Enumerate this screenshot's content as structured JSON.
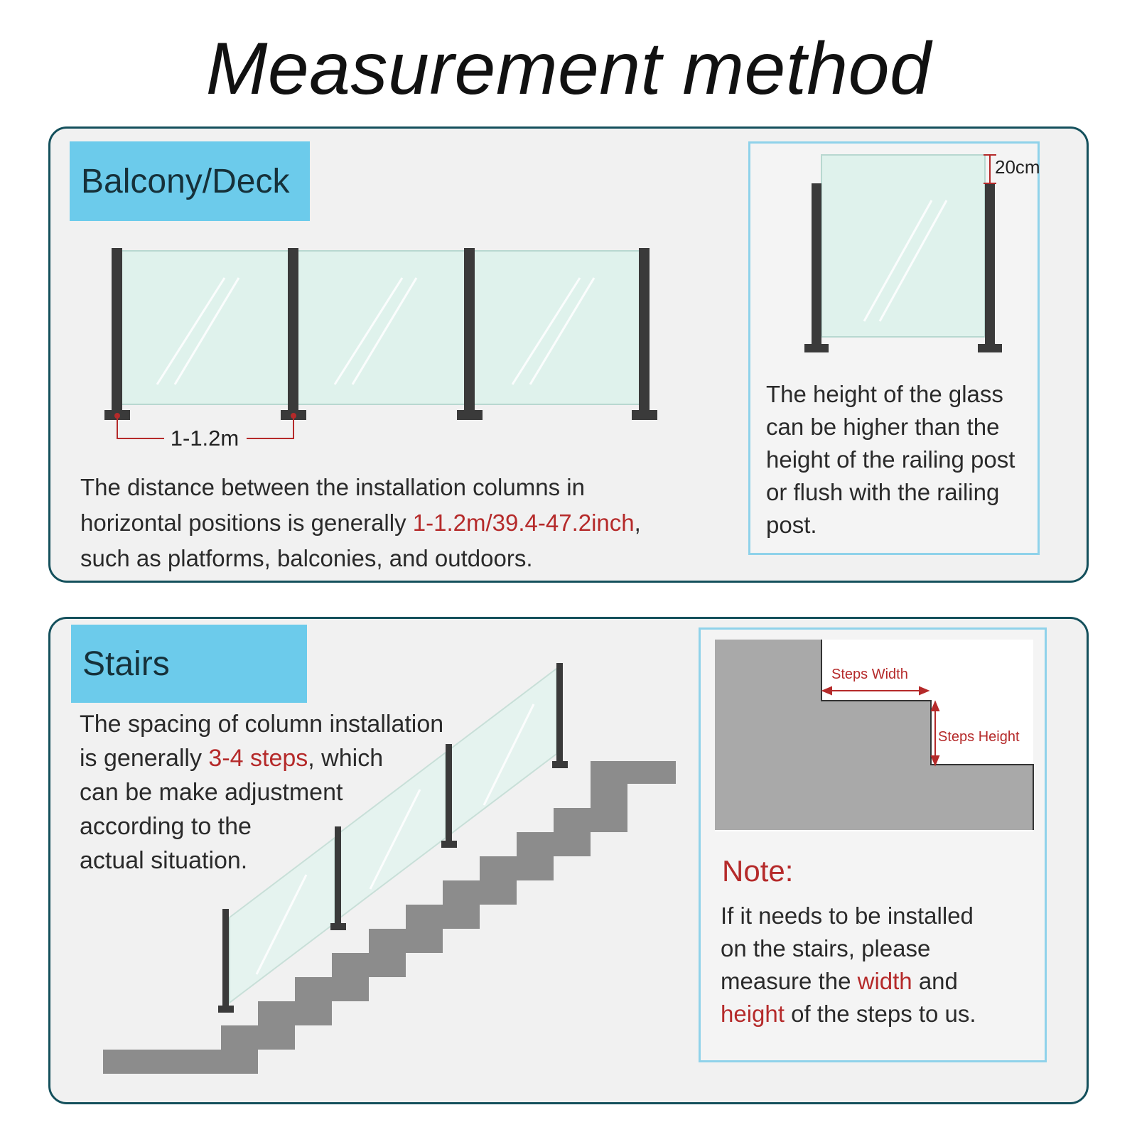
{
  "title": "Measurement method",
  "balcony": {
    "tag": "Balcony/Deck",
    "dimension_label": "1-1.2m",
    "description": {
      "line1": "The distance between the installation columns in",
      "line2_pre": "horizontal positions is generally ",
      "line2_highlight": "1-1.2m/39.4-47.2inch",
      "line2_post": ",",
      "line3": "such as platforms, balconies, and outdoors."
    },
    "inset": {
      "dimension_label": "20cm",
      "text_lines": [
        "The height of the glass",
        "can be higher than the",
        "height of the railing post",
        "or flush with the railing",
        "post."
      ]
    }
  },
  "stairs": {
    "tag": "Stairs",
    "description": {
      "line1": "The spacing of column installation",
      "line2_pre": "is generally ",
      "line2_highlight": "3-4 steps",
      "line2_post": ", which",
      "line3": "can be make adjustment",
      "line4": "according to the",
      "line5": "actual situation."
    },
    "inset": {
      "steps_width_label": "Steps Width",
      "steps_height_label": "Steps Height",
      "note_title": "Note:",
      "note": {
        "line1": "If it needs to be installed",
        "line2": "on the stairs, please",
        "line3_pre": "measure the ",
        "line3_highlight": "width",
        "line3_post": " and",
        "line4_highlight": "height",
        "line4_post": " of the steps to us."
      }
    }
  },
  "colors": {
    "accent_tag": "#6ccbeb",
    "highlight": "#b52a2a",
    "panel_border": "#14505c",
    "inset_border": "#8fd2ea",
    "post": "#3a3a3a",
    "glass": "#dff2ec",
    "step": "#8c8c8c"
  }
}
